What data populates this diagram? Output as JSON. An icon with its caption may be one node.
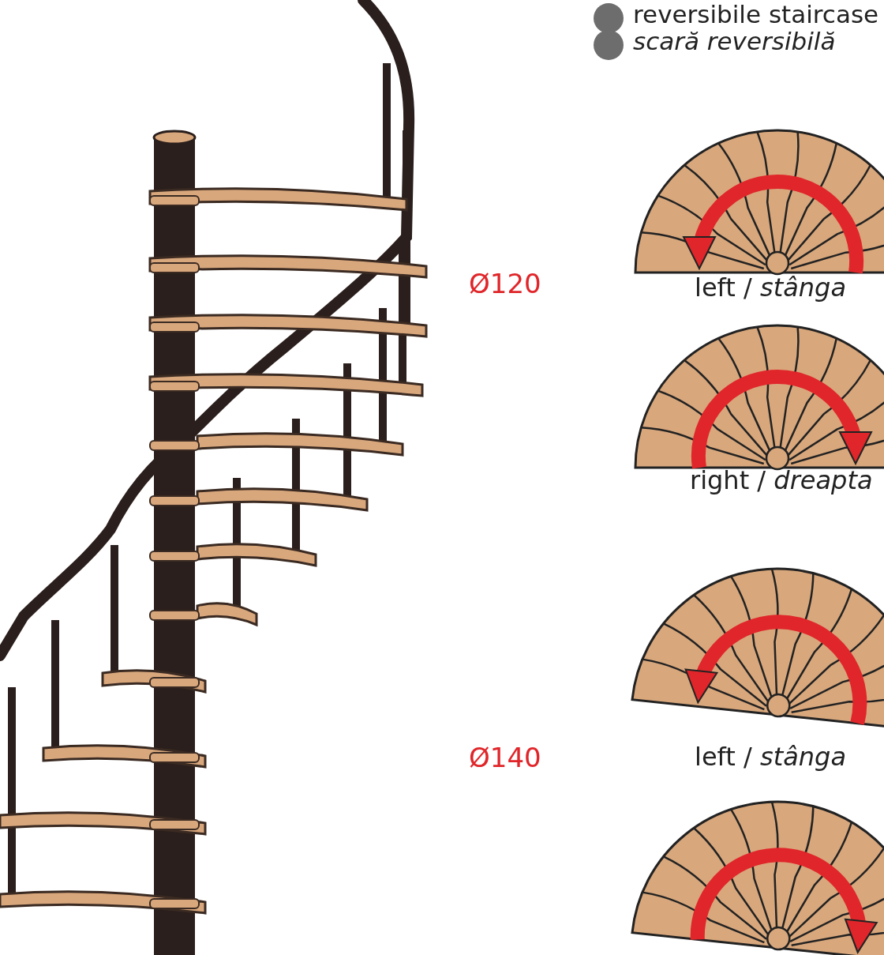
{
  "diagram": {
    "labels": [
      "reversibile staircase",
      "scară reversibilă",
      "Ø120",
      "left / *stânga*",
      "right / *dreapta*",
      "Ø140",
      "left / *stânga*"
    ]
  }
}
